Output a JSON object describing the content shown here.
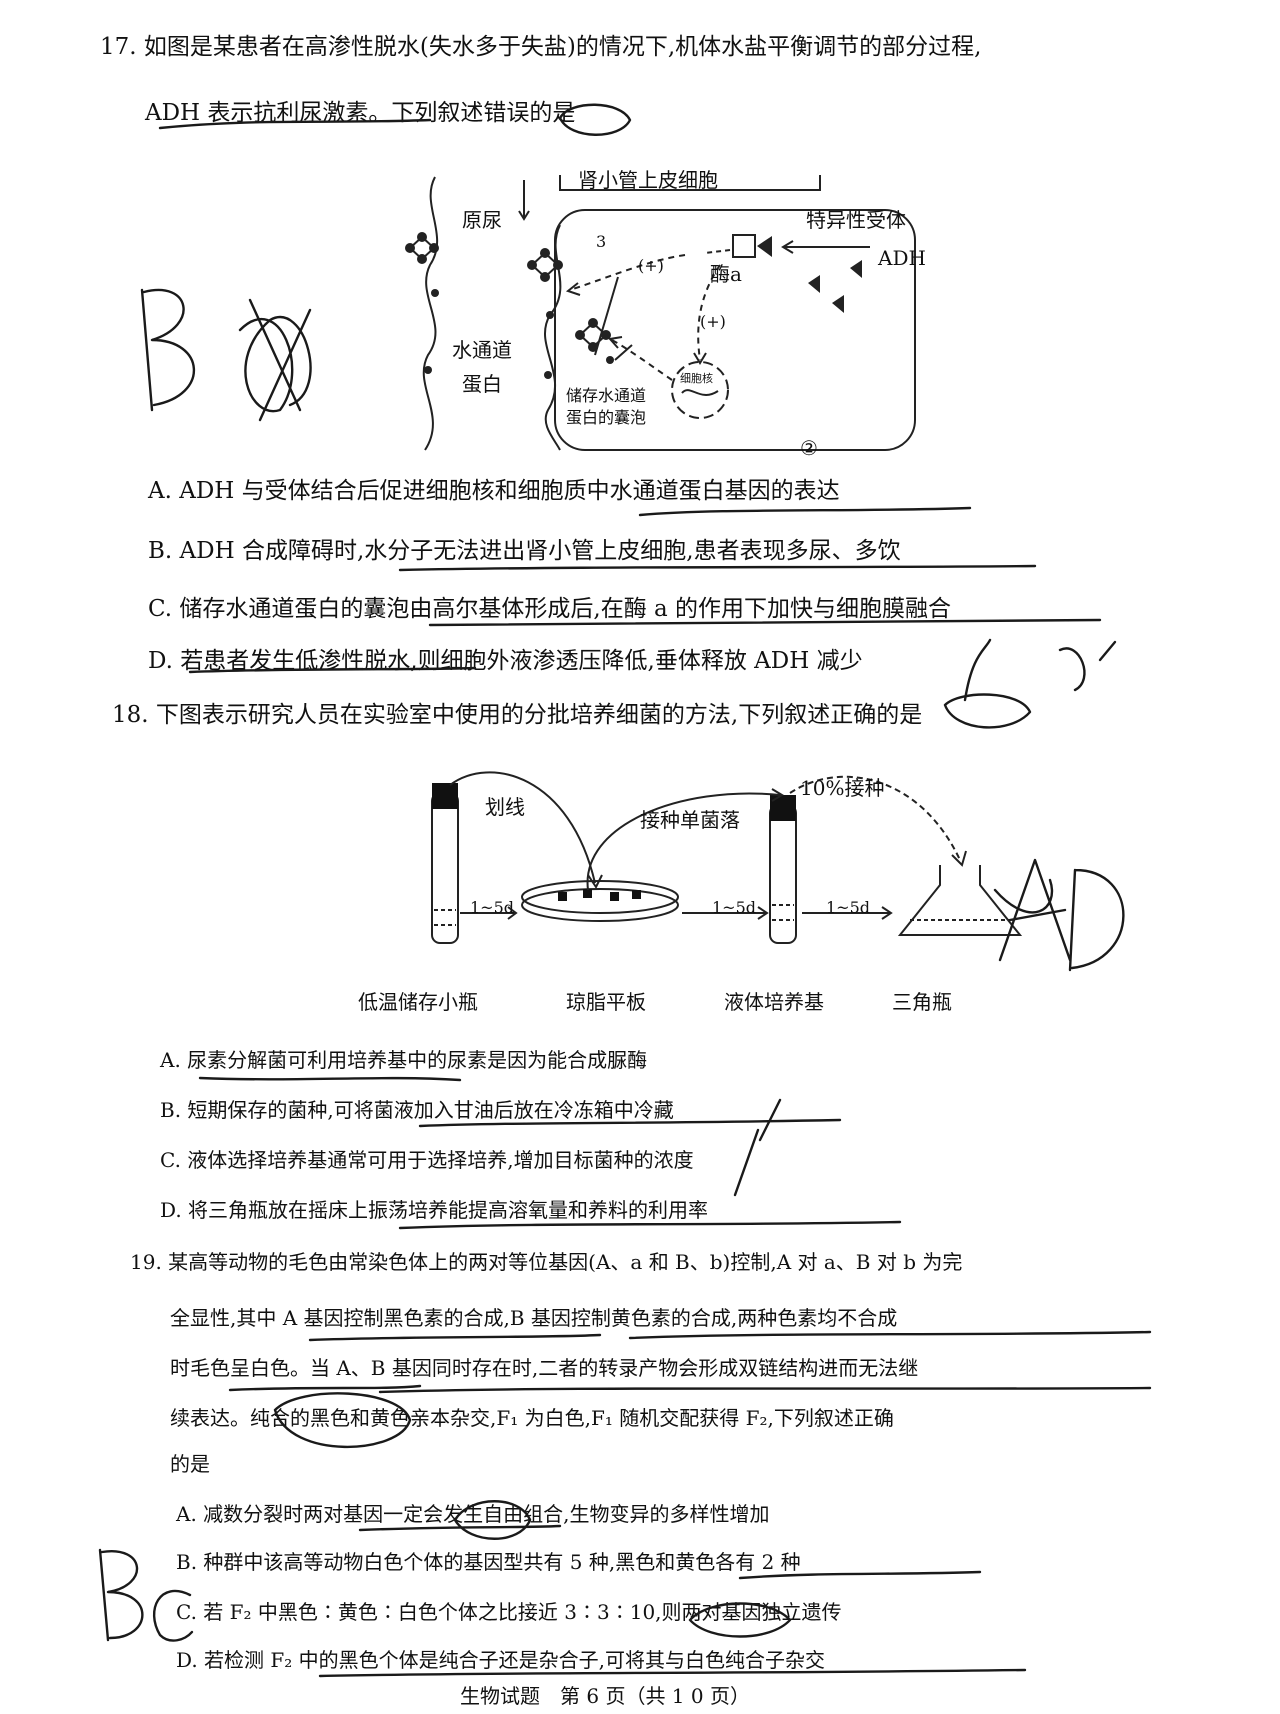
{
  "q17": {
    "stem_line1": "17. 如图是某患者在高渗性脱水(失水多于失盐)的情况下,机体水盐平衡调节的部分过程,",
    "stem_line2": "ADH 表示抗利尿激素。下列叙述错误的是",
    "figure": {
      "cell_label": "肾小管上皮细胞",
      "urine_label": "原尿",
      "receptor_label": "特异性受体",
      "hormone_label": "ADH",
      "enzyme_label": "酶a",
      "plus1": "(+)",
      "plus2": "(+)",
      "mark3": "3",
      "mark2": "②",
      "channel_label_1": "水通道",
      "channel_label_2": "蛋白",
      "vesicle_label_1": "储存水通道",
      "vesicle_label_2": "蛋白的囊泡",
      "nucleus_label": "细胞核"
    },
    "options": [
      "A. ADH 与受体结合后促进细胞核和细胞质中水通道蛋白基因的表达",
      "B. ADH 合成障碍时,水分子无法进出肾小管上皮细胞,患者表现多尿、多饮",
      "C. 储存水通道蛋白的囊泡由高尔基体形成后,在酶 a 的作用下加快与细胞膜融合",
      "D. 若患者发生低渗性脱水,则细胞外液渗透压降低,垂体释放 ADH 减少"
    ],
    "handwritten_answer": "B"
  },
  "q18": {
    "stem": "18. 下图表示研究人员在实验室中使用的分批培养细菌的方法,下列叙述正确的是",
    "figure": {
      "streak": "划线",
      "inoculate_single": "接种单菌落",
      "inoculate_10": "10%接种",
      "days1": "1~5d",
      "days2": "1~5d",
      "days3": "1~5d",
      "tube_label": "低温储存小瓶",
      "plate_label": "琼脂平板",
      "liquid_label": "液体培养基",
      "flask_label": "三角瓶"
    },
    "options": [
      "A. 尿素分解菌可利用培养基中的尿素是因为能合成脲酶",
      "B. 短期保存的菌种,可将菌液加入甘油后放在冷冻箱中冷藏",
      "C. 液体选择培养基通常可用于选择培养,增加目标菌种的浓度",
      "D. 将三角瓶放在摇床上振荡培养能提高溶氧量和养料的利用率"
    ],
    "handwritten_answer": "AD"
  },
  "q19": {
    "stem_lines": [
      "19. 某高等动物的毛色由常染色体上的两对等位基因(A、a 和 B、b)控制,A 对 a、B 对 b 为完",
      "全显性,其中 A 基因控制黑色素的合成,B 基因控制黄色素的合成,两种色素均不合成",
      "时毛色呈白色。当 A、B 基因同时存在时,二者的转录产物会形成双链结构进而无法继",
      "续表达。纯合的黑色和黄色亲本杂交,F₁ 为白色,F₁ 随机交配获得 F₂,下列叙述正确",
      "的是"
    ],
    "options": [
      "A. 减数分裂时两对基因一定会发生自由组合,生物变异的多样性增加",
      "B. 种群中该高等动物白色个体的基因型共有 5 种,黑色和黄色各有 2 种",
      "C. 若 F₂ 中黑色∶黄色∶白色个体之比接近 3∶3∶10,则两对基因独立遗传",
      "D. 若检测 F₂ 中的黑色个体是纯合子还是杂合子,可将其与白色纯合子杂交"
    ],
    "handwritten_answer": "BC"
  },
  "footer": "生物试题　第 6 页（共 1 0 页）"
}
